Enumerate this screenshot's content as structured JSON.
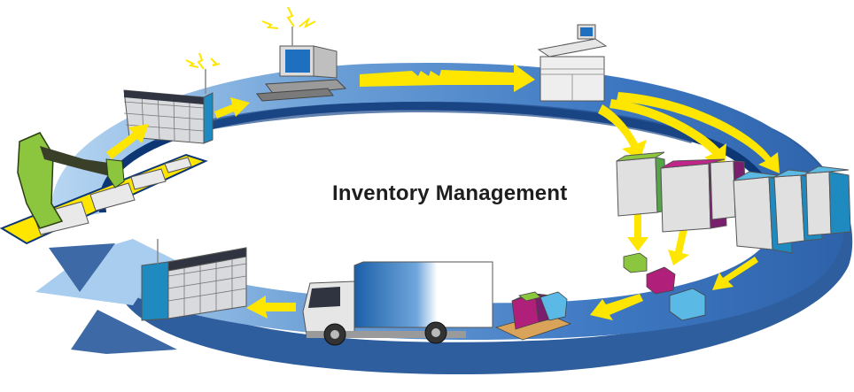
{
  "diagram": {
    "title": "Inventory Management",
    "type": "cycle",
    "colors": {
      "ring_light": "#a9cdee",
      "ring_mid": "#4f86c6",
      "ring_dark": "#2b5a9a",
      "ring_edge": "#0d3674",
      "arrow": "#ffe600",
      "conveyor": "#ffe600",
      "robot": "#8cc63f",
      "bin_green": "#55a447",
      "bin_purple": "#7a1f6e",
      "bin_blue": "#1f8ac0",
      "box_green": "#8cc63f",
      "box_magenta": "#b0207a",
      "box_cyan": "#5bb9e6"
    },
    "stages": [
      {
        "id": "manufacturing",
        "label": "Robotic assembly line"
      },
      {
        "id": "factory",
        "label": "Factory with antenna"
      },
      {
        "id": "computer",
        "label": "Computer terminal with antenna"
      },
      {
        "id": "server",
        "label": "Order processing server"
      },
      {
        "id": "storage",
        "label": "Warehouse storage racks"
      },
      {
        "id": "packages",
        "label": "Packages"
      },
      {
        "id": "pallet",
        "label": "Loaded pallet"
      },
      {
        "id": "truck",
        "label": "Delivery truck"
      },
      {
        "id": "store",
        "label": "Retail store"
      }
    ]
  }
}
